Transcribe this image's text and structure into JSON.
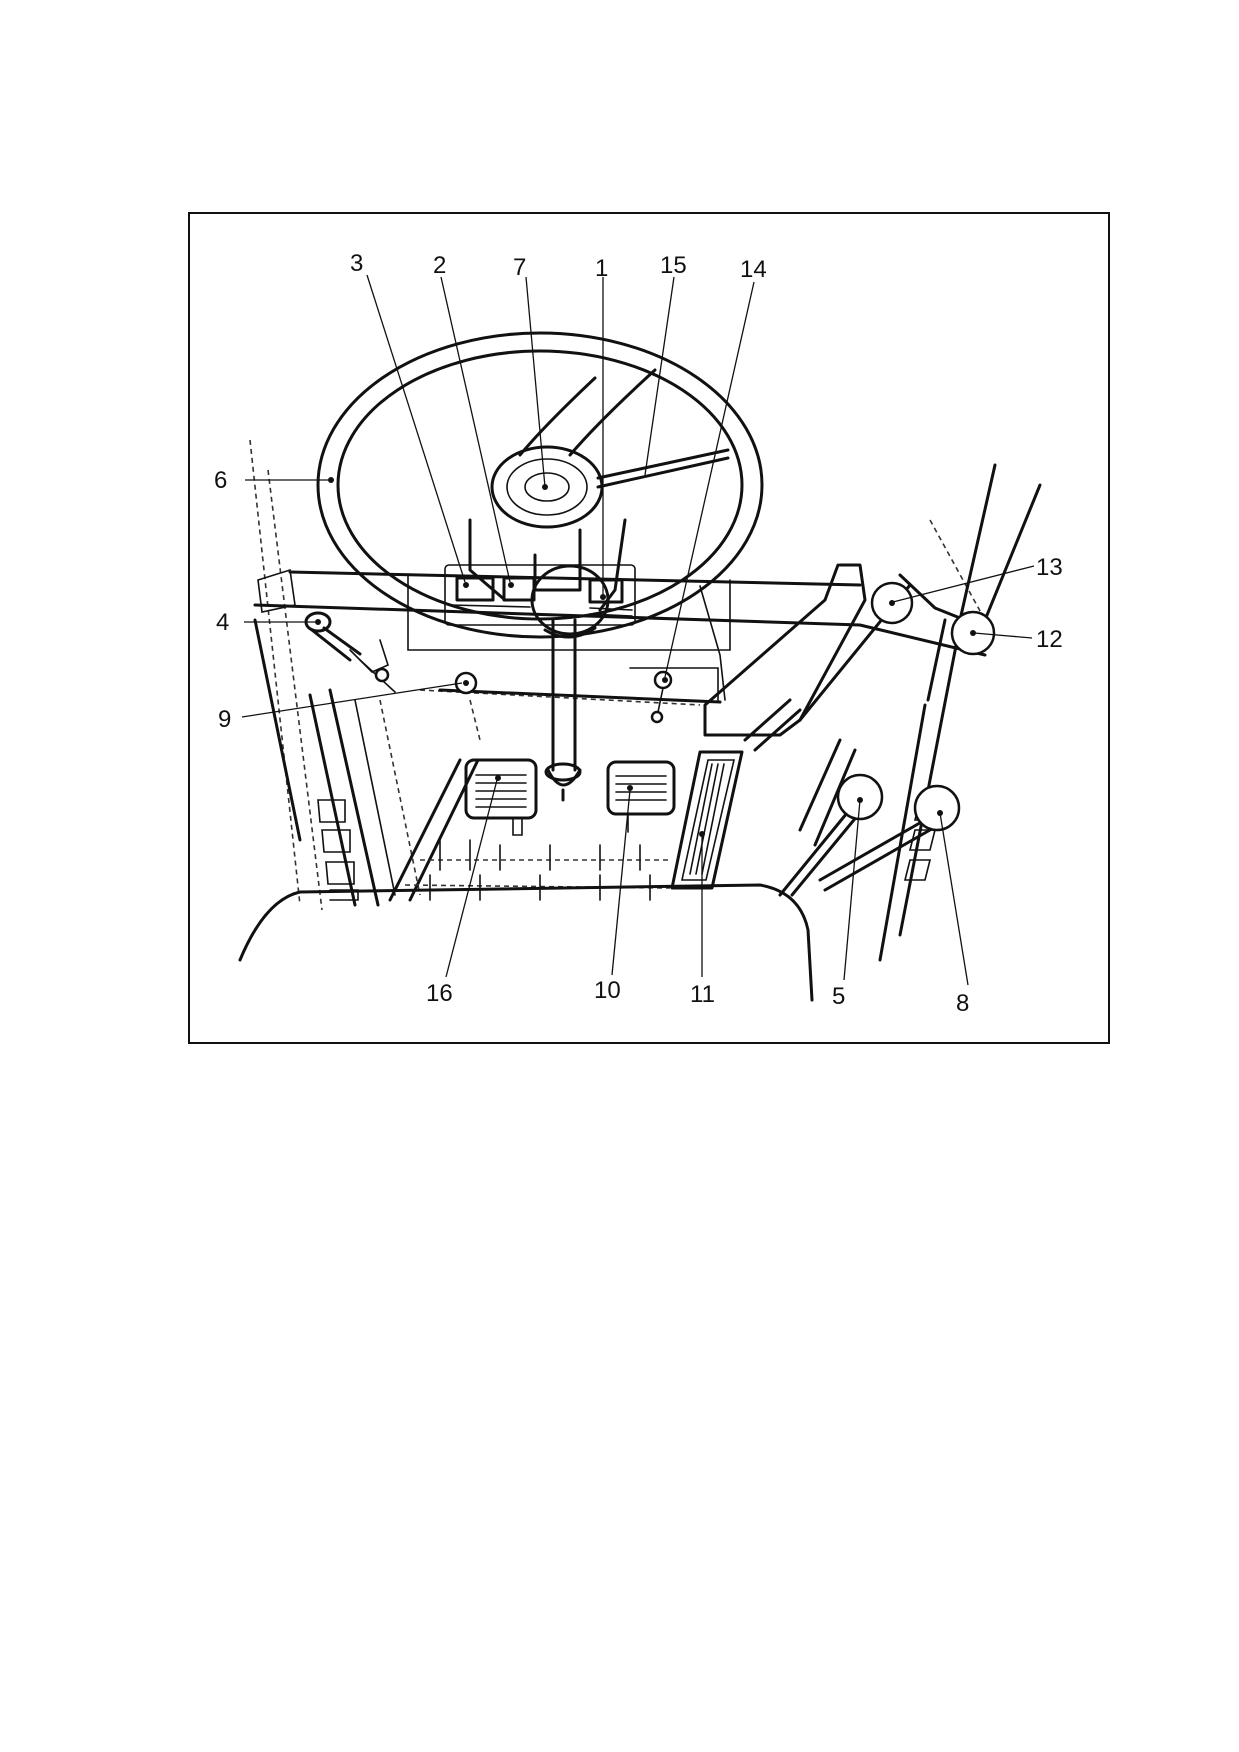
{
  "figure": {
    "callouts": [
      {
        "id": "c1",
        "label": "1"
      },
      {
        "id": "c2",
        "label": "2"
      },
      {
        "id": "c3",
        "label": "3"
      },
      {
        "id": "c4",
        "label": "4"
      },
      {
        "id": "c5",
        "label": "5"
      },
      {
        "id": "c6",
        "label": "6"
      },
      {
        "id": "c7",
        "label": "7"
      },
      {
        "id": "c8",
        "label": "8"
      },
      {
        "id": "c9",
        "label": "9"
      },
      {
        "id": "c10",
        "label": "10"
      },
      {
        "id": "c11",
        "label": "11"
      },
      {
        "id": "c12",
        "label": "12"
      },
      {
        "id": "c13",
        "label": "13"
      },
      {
        "id": "c14",
        "label": "14"
      },
      {
        "id": "c15",
        "label": "15"
      },
      {
        "id": "c16",
        "label": "16"
      }
    ]
  }
}
